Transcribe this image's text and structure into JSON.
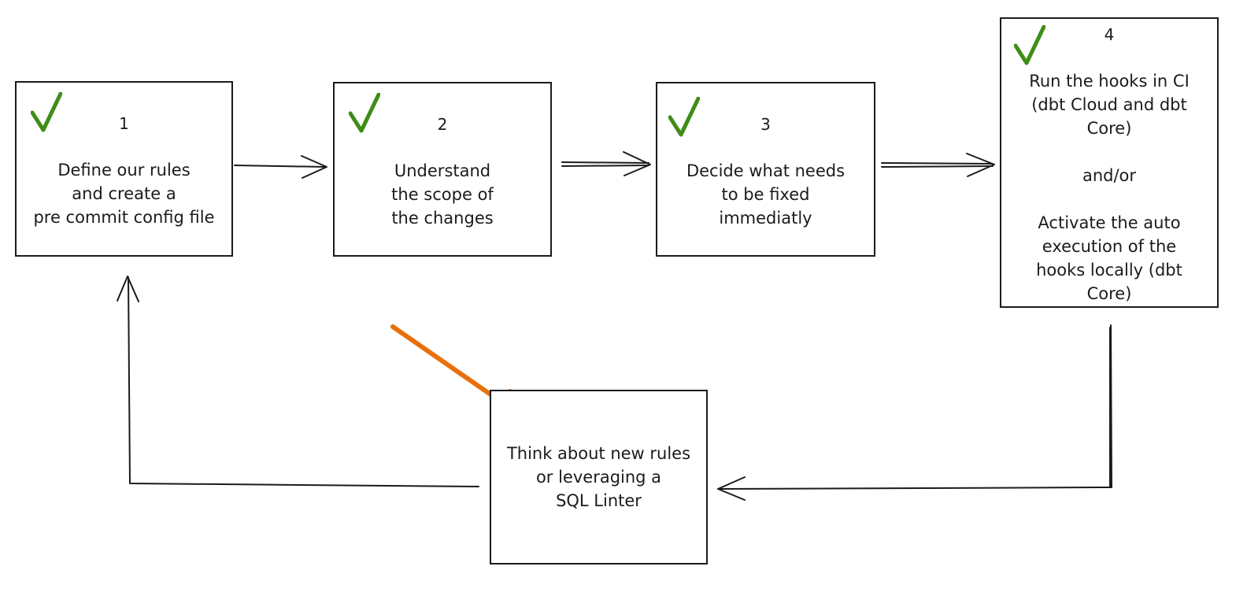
{
  "steps": [
    {
      "number": "1",
      "text": "Define our rules\nand create a\npre commit config file",
      "completed": true
    },
    {
      "number": "2",
      "text": "Understand\nthe scope of\nthe changes",
      "completed": true
    },
    {
      "number": "3",
      "text": "Decide what needs\nto be fixed\nimmediatly",
      "completed": true
    },
    {
      "number": "4",
      "text": "Run the hooks in CI\n(dbt Cloud and dbt\nCore)\n\nand/or\n\nActivate the auto\nexecution of the\nhooks locally (dbt\nCore)",
      "completed": true
    },
    {
      "number": "",
      "text": "Think about new rules\nor leveraging a\nSQL Linter",
      "completed": false
    }
  ],
  "icons": {
    "check": "check-icon",
    "highlight_arrow": "highlight-arrow-icon"
  },
  "colors": {
    "stroke": "#1b1b1b",
    "check": "#3f8d17",
    "highlight": "#e8700c"
  }
}
